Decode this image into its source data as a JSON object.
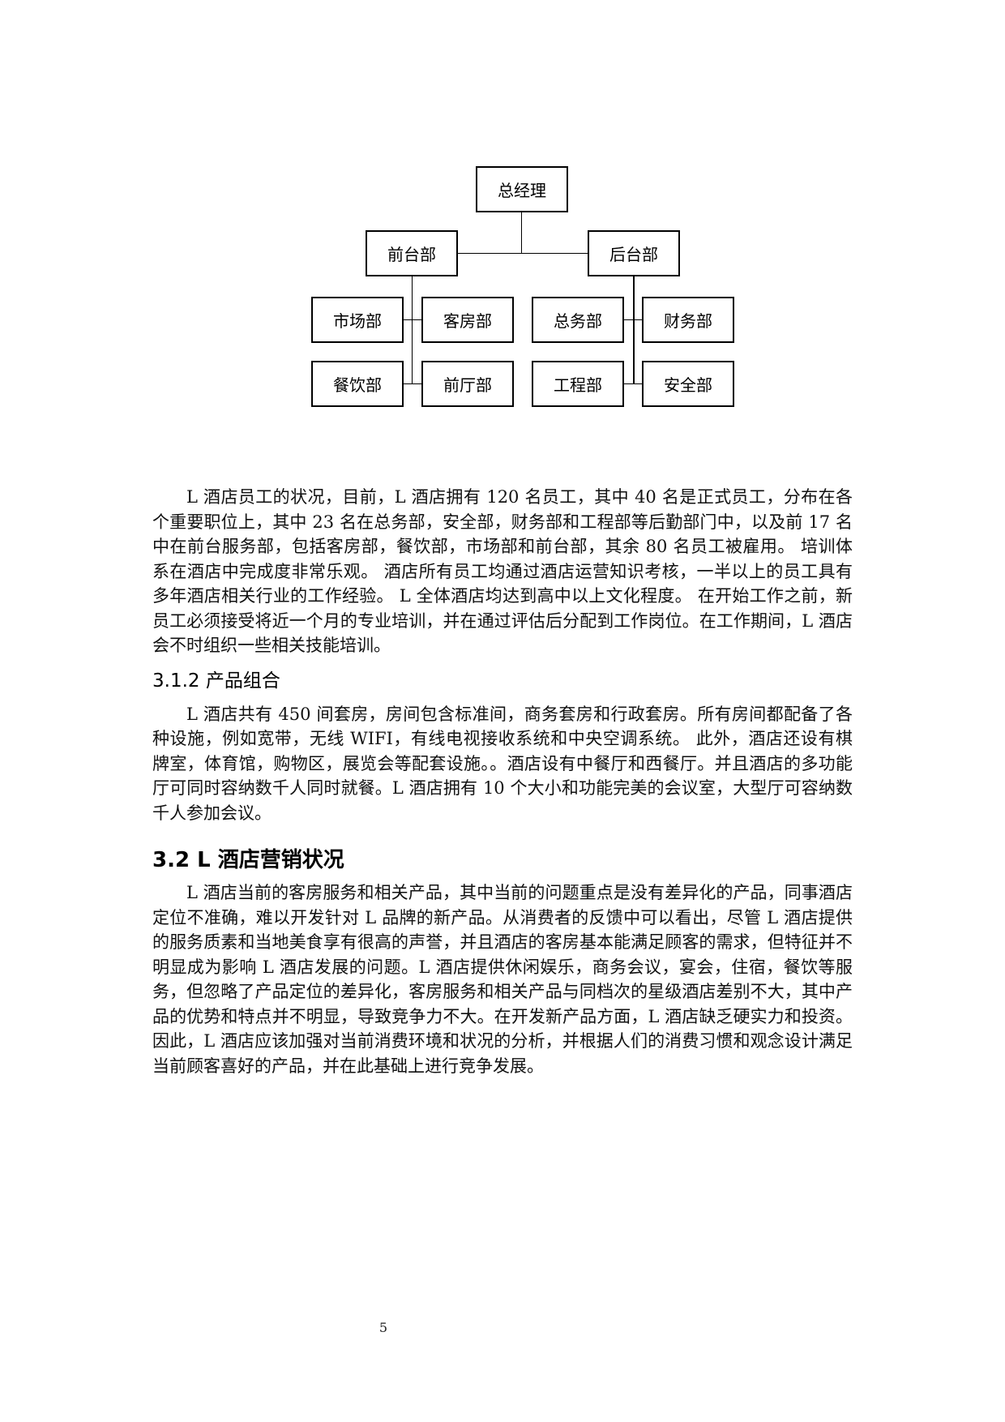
{
  "org_chart": {
    "root": "总经理",
    "branches": [
      {
        "label": "前台部",
        "children": [
          "市场部",
          "客房部",
          "餐饮部",
          "前厅部"
        ]
      },
      {
        "label": "后台部",
        "children": [
          "总务部",
          "财务部",
          "工程部",
          "安全部"
        ]
      }
    ]
  },
  "section_3_1_1": {
    "paragraph": "L 酒店员工的状况，目前，L 酒店拥有 120 名员工，其中 40 名是正式员工，分布在各个重要职位上，其中 23 名在总务部，安全部，财务部和工程部等后勤部门中，以及前 17 名中在前台服务部，包括客房部，餐饮部，市场部和前台部，其余 80 名员工被雇用。 培训体系在酒店中完成度非常乐观。 酒店所有员工均通过酒店运营知识考核，一半以上的员工具有多年酒店相关行业的工作经验。 L 全体酒店均达到高中以上文化程度。 在开始工作之前，新员工必须接受将近一个月的专业培训，并在通过评估后分配到工作岗位。在工作期间，L 酒店会不时组织一些相关技能培训。"
  },
  "section_3_1_2": {
    "heading": "3.1.2 产品组合",
    "paragraph": "L 酒店共有 450 间套房，房间包含标准间，商务套房和行政套房。所有房间都配备了各种设施，例如宽带，无线 WIFI，有线电视接收系统和中央空调系统。 此外，酒店还设有棋牌室，体育馆，购物区，展览会等配套设施。。酒店设有中餐厅和西餐厅。并且酒店的多功能厅可同时容纳数千人同时就餐。L 酒店拥有 10 个大小和功能完美的会议室，大型厅可容纳数千人参加会议。"
  },
  "section_3_2": {
    "heading": "3.2 L 酒店营销状况",
    "paragraph": "L 酒店当前的客房服务和相关产品，其中当前的问题重点是没有差异化的产品，同事酒店定位不准确，难以开发针对 L 品牌的新产品。从消费者的反馈中可以看出，尽管 L 酒店提供的服务质素和当地美食享有很高的声誉，并且酒店的客房基本能满足顾客的需求，但特征并不明显成为影响 L 酒店发展的问题。L 酒店提供休闲娱乐，商务会议，宴会，住宿，餐饮等服务，但忽略了产品定位的差异化，客房服务和相关产品与同档次的星级酒店差别不大，其中产品的优势和特点并不明显，导致竞争力不大。在开发新产品方面，L 酒店缺乏硬实力和投资。因此，L 酒店应该加强对当前消费环境和状况的分析，并根据人们的消费习惯和观念设计满足当前顾客喜好的产品，并在此基础上进行竞争发展。"
  },
  "footer": {
    "page_number": "5"
  }
}
